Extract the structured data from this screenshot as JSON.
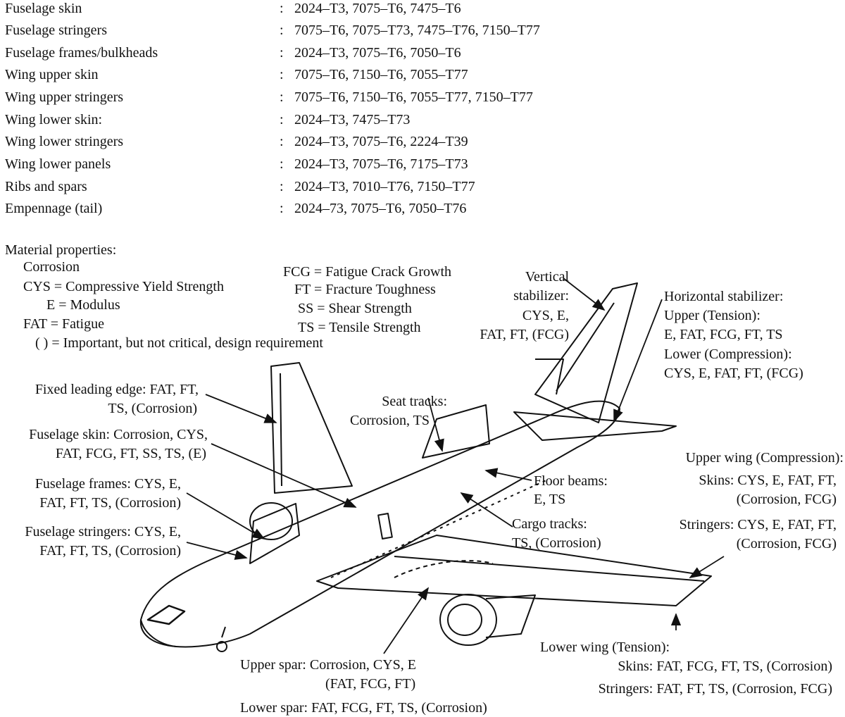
{
  "materials": [
    {
      "part": "Fuselage skin",
      "alloys": "2024–T3, 7075–T6, 7475–T6"
    },
    {
      "part": "Fuselage stringers",
      "alloys": "7075–T6, 7075–T73, 7475–T76, 7150–T77"
    },
    {
      "part": "Fuselage frames/bulkheads",
      "alloys": "2024–T3, 7075–T6, 7050–T6"
    },
    {
      "part": "Wing upper skin",
      "alloys": "7075–T6, 7150–T6, 7055–T77"
    },
    {
      "part": "Wing upper stringers",
      "alloys": "7075–T6, 7150–T6, 7055–T77, 7150–T77"
    },
    {
      "part": "Wing lower skin:",
      "alloys": "2024–T3, 7475–T73"
    },
    {
      "part": "Wing lower stringers",
      "alloys": "2024–T3, 7075–T6, 2224–T39"
    },
    {
      "part": "Wing lower panels",
      "alloys": "2024–T3, 7075–T6, 7175–T73"
    },
    {
      "part": "Ribs and spars",
      "alloys": "2024–T3, 7010–T76, 7150–T77"
    },
    {
      "part": "Empennage (tail)",
      "alloys": "2024–73, 7075–T6, 7050–T76"
    }
  ],
  "separator": ":",
  "legend": {
    "heading": "Material properties:",
    "left": [
      "Corrosion",
      "CYS = Compressive Yield Strength",
      "E = Modulus",
      "FAT = Fatigue",
      "(   ) = Important, but not critical, design requirement"
    ],
    "right": [
      "FCG = Fatigue Crack Growth",
      "FT = Fracture Toughness",
      "SS = Shear Strength",
      "TS = Tensile Strength"
    ]
  },
  "callouts": {
    "vertical_stabilizer": [
      "Vertical",
      "stabilizer:",
      "CYS, E,",
      "FAT, FT, (FCG)"
    ],
    "horizontal_stabilizer": [
      "Horizontal stabilizer:",
      "Upper (Tension):",
      "E, FAT, FCG, FT, TS",
      "Lower (Compression):",
      "CYS, E, FAT, FT, (FCG)"
    ],
    "fixed_leading_edge": [
      "Fixed leading edge: FAT, FT,",
      "TS, (Corrosion)"
    ],
    "seat_tracks": [
      "Seat tracks:",
      "Corrosion, TS"
    ],
    "fuselage_skin": [
      "Fuselage skin: Corrosion, CYS,",
      "FAT, FCG, FT, SS, TS, (E)"
    ],
    "upper_wing": [
      "Upper wing (Compression):",
      "Skins: CYS, E, FAT, FT,",
      "(Corrosion, FCG)",
      "Stringers: CYS, E, FAT, FT,",
      "(Corrosion, FCG)"
    ],
    "fuselage_frames": [
      "Fuselage frames: CYS, E,",
      "FAT, FT, TS, (Corrosion)"
    ],
    "floor_beams": [
      "Floor beams:",
      "E, TS"
    ],
    "cargo_tracks": [
      "Cargo tracks:",
      "TS, (Corrosion)"
    ],
    "fuselage_stringers": [
      "Fuselage stringers: CYS, E,",
      "FAT, FT, TS, (Corrosion)"
    ],
    "lower_wing": [
      "Lower wing (Tension):",
      "Skins: FAT, FCG, FT, TS, (Corrosion)",
      "Stringers: FAT, FT, TS, (Corrosion, FCG)"
    ],
    "spar": [
      "Upper spar: Corrosion, CYS, E",
      "(FAT, FCG, FT)",
      "Lower spar: FAT, FCG, FT, TS, (Corrosion)"
    ]
  }
}
